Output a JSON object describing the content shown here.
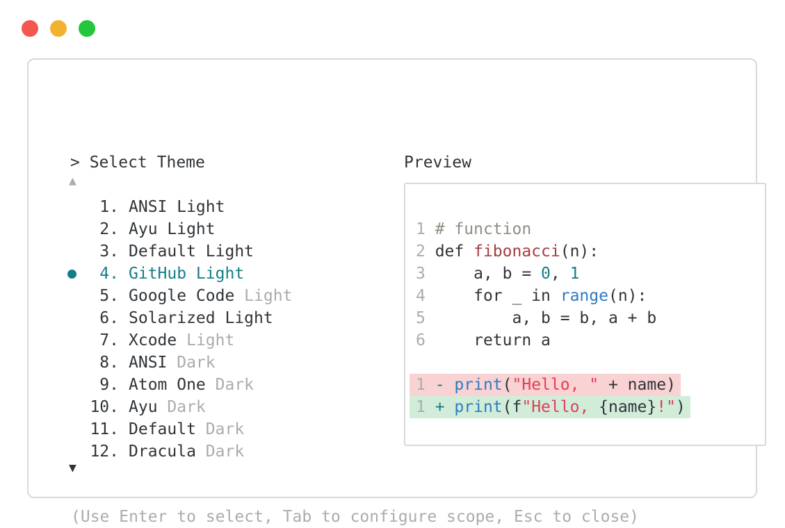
{
  "colors": {
    "text": "#2f3438",
    "muted": "#a9acae",
    "teal": "#147e87",
    "comment": "#8b9184",
    "func": "#a63d42",
    "call": "#2e7bbf",
    "string": "#e03e55",
    "border": "#d9d9d9",
    "removedbg": "#f9d2d3",
    "addedbg": "#d1edda"
  },
  "window": {
    "traffic_lights": [
      {
        "name": "close-button",
        "color": "#f4574f"
      },
      {
        "name": "minimize-button",
        "color": "#f2b22e"
      },
      {
        "name": "zoom-button",
        "color": "#24c73c"
      }
    ]
  },
  "selector": {
    "prompt": "> Select Theme",
    "scroll_up_glyph": "▲",
    "scroll_down_glyph": "▼",
    "items": [
      {
        "num": "1.",
        "name": "ANSI Light",
        "suffix": "",
        "selected": false
      },
      {
        "num": "2.",
        "name": "Ayu Light",
        "suffix": "",
        "selected": false
      },
      {
        "num": "3.",
        "name": "Default Light",
        "suffix": "",
        "selected": false
      },
      {
        "num": "4.",
        "name": "GitHub Light",
        "suffix": "",
        "selected": true
      },
      {
        "num": "5.",
        "name": "Google Code",
        "suffix": "Light",
        "selected": false
      },
      {
        "num": "6.",
        "name": "Solarized Light",
        "suffix": "",
        "selected": false
      },
      {
        "num": "7.",
        "name": "Xcode",
        "suffix": "Light",
        "selected": false
      },
      {
        "num": "8.",
        "name": "ANSI",
        "suffix": "Dark",
        "selected": false
      },
      {
        "num": "9.",
        "name": "Atom One",
        "suffix": "Dark",
        "selected": false
      },
      {
        "num": "10.",
        "name": "Ayu",
        "suffix": "Dark",
        "selected": false
      },
      {
        "num": "11.",
        "name": "Default",
        "suffix": "Dark",
        "selected": false
      },
      {
        "num": "12.",
        "name": "Dracula",
        "suffix": "Dark",
        "selected": false
      }
    ],
    "footer_hint": "(Use Enter to select, Tab to configure scope, Esc to close)"
  },
  "preview": {
    "label": "Preview",
    "code_lines": [
      {
        "num": "1",
        "bg": "",
        "segments": [
          {
            "t": "# function",
            "c": "comment"
          }
        ]
      },
      {
        "num": "2",
        "bg": "",
        "segments": [
          {
            "t": "def ",
            "c": "text"
          },
          {
            "t": "fibonacci",
            "c": "func"
          },
          {
            "t": "(n):",
            "c": "text"
          }
        ]
      },
      {
        "num": "3",
        "bg": "",
        "segments": [
          {
            "t": "    a, b = ",
            "c": "text"
          },
          {
            "t": "0",
            "c": "number"
          },
          {
            "t": ", ",
            "c": "text"
          },
          {
            "t": "1",
            "c": "number"
          }
        ]
      },
      {
        "num": "4",
        "bg": "",
        "segments": [
          {
            "t": "    for _ in ",
            "c": "text"
          },
          {
            "t": "range",
            "c": "call"
          },
          {
            "t": "(n):",
            "c": "text"
          }
        ]
      },
      {
        "num": "5",
        "bg": "",
        "segments": [
          {
            "t": "        a, b = b, a + b",
            "c": "text"
          }
        ]
      },
      {
        "num": "6",
        "bg": "",
        "segments": [
          {
            "t": "    return a",
            "c": "text"
          }
        ]
      },
      {
        "num": "",
        "bg": "",
        "segments": []
      },
      {
        "num": "1",
        "bg": "removed",
        "segments": [
          {
            "t": "- ",
            "c": "diffsign"
          },
          {
            "t": "print",
            "c": "call"
          },
          {
            "t": "(",
            "c": "text"
          },
          {
            "t": "\"Hello, \"",
            "c": "string"
          },
          {
            "t": " + name)",
            "c": "text"
          }
        ]
      },
      {
        "num": "1",
        "bg": "added",
        "segments": [
          {
            "t": "+ ",
            "c": "diffsign"
          },
          {
            "t": "print",
            "c": "call"
          },
          {
            "t": "(f",
            "c": "text"
          },
          {
            "t": "\"Hello, ",
            "c": "string"
          },
          {
            "t": "{name}",
            "c": "text"
          },
          {
            "t": "!\"",
            "c": "string"
          },
          {
            "t": ")",
            "c": "text"
          }
        ]
      }
    ]
  }
}
